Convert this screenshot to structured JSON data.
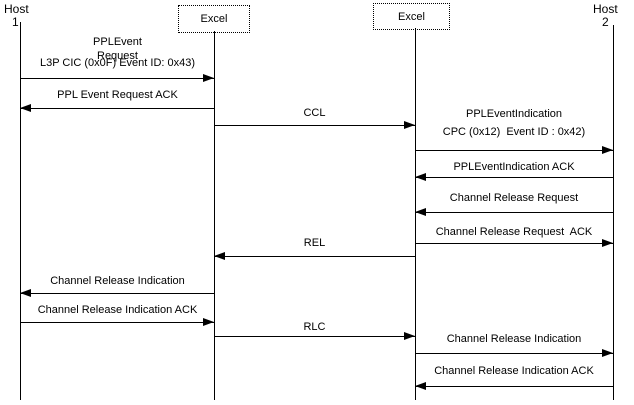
{
  "diagram_type": "message-sequence-chart",
  "colors": {
    "ink": "#000000",
    "background": "#ffffff"
  },
  "actors": {
    "host1": {
      "name": "Host",
      "number": "1"
    },
    "excel1": {
      "label": "Excel"
    },
    "excel2": {
      "label": "Excel"
    },
    "host2": {
      "name": "Host",
      "number": "2"
    }
  },
  "messages": [
    {
      "name": "ppl-event-request",
      "label": "PPLEvent",
      "label2": "Request",
      "label3": "L3P CIC (0x0F) Event ID: 0x43)",
      "from": "Host 1",
      "to": "Excel 1",
      "direction": "right"
    },
    {
      "name": "ppl-event-request-ack",
      "label": "PPL Event Request ACK",
      "from": "Excel 1",
      "to": "Host 1",
      "direction": "left"
    },
    {
      "name": "ccl",
      "label": "CCL",
      "from": "Excel 1",
      "to": "Excel 2",
      "direction": "right"
    },
    {
      "name": "ppl-event-indication",
      "label": "PPLEventIndication",
      "label2": "CPC (0x12)  Event ID : 0x42)",
      "from": "Excel 2",
      "to": "Host 2",
      "direction": "right"
    },
    {
      "name": "ppl-event-indication-ack",
      "label": "PPLEventIndication ACK",
      "from": "Host 2",
      "to": "Excel 2",
      "direction": "left"
    },
    {
      "name": "channel-release-request",
      "label": "Channel Release Request",
      "from": "Host 2",
      "to": "Excel 2",
      "direction": "left"
    },
    {
      "name": "channel-release-request-ack",
      "label": "Channel Release Request  ACK",
      "from": "Excel 2",
      "to": "Host 2",
      "direction": "right"
    },
    {
      "name": "rel",
      "label": "REL",
      "from": "Excel 2",
      "to": "Excel 1",
      "direction": "left"
    },
    {
      "name": "channel-release-indication-left",
      "label": "Channel Release Indication",
      "from": "Excel 1",
      "to": "Host 1",
      "direction": "left"
    },
    {
      "name": "channel-release-indication-ack-left",
      "label": "Channel Release Indication ACK",
      "from": "Host 1",
      "to": "Excel 1",
      "direction": "right"
    },
    {
      "name": "rlc",
      "label": "RLC",
      "from": "Excel 1",
      "to": "Excel 2",
      "direction": "right"
    },
    {
      "name": "channel-release-indication-right",
      "label": "Channel Release Indication",
      "from": "Excel 2",
      "to": "Host 2",
      "direction": "right"
    },
    {
      "name": "channel-release-indication-ack-right",
      "label": "Channel Release Indication ACK",
      "from": "Host 2",
      "to": "Excel 2",
      "direction": "left"
    }
  ]
}
